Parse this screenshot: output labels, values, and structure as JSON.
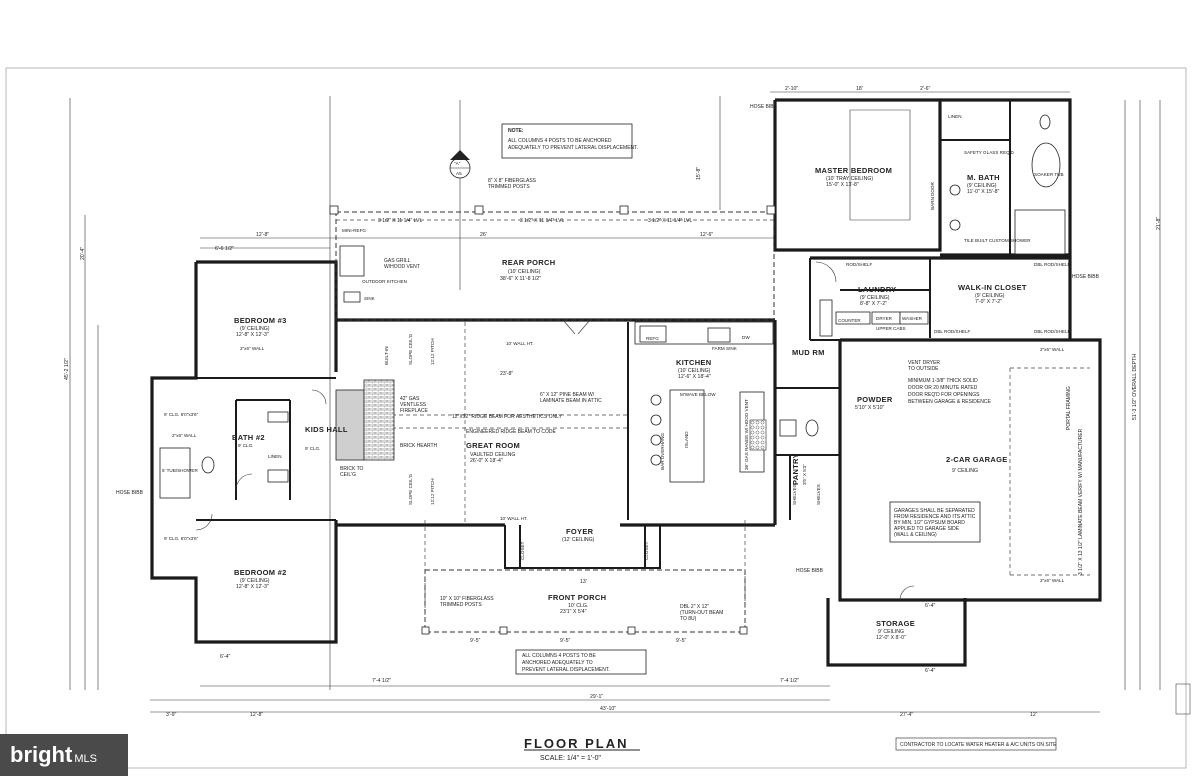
{
  "notes": {
    "top_title": "NOTE:",
    "top_line1": "ALL COLUMNS 4 POSTS TO BE ANCHORED",
    "top_line2": "ADEQUATELY TO PREVENT LATERAL DISPLACEMENT.",
    "bottom_line1": "ALL COLUMNS 4 POSTS TO BE",
    "bottom_line2": "ANCHORED ADEQUATELY TO",
    "bottom_line3": "PREVENT LATERAL DISPLACEMENT.",
    "contractor": "CONTRACTOR TO LOCATE WATER HEATER & A/C UNITS ON SITE",
    "garage_line1": "GARAGES SHALL BE SEPARATED",
    "garage_line2": "FROM RESIDENCE AND ITS ATTIC",
    "garage_line3": "BY MIN. 1/2\" GYPSUM BOARD",
    "garage_line4": "APPLIED TO GARAGE SIDE",
    "garage_line5": "(WALL & CEILING)",
    "door_line1": "MINIMUM 1-3/8\" THICK SOLID",
    "door_line2": "DOOR OR 20 MINUTE RATED",
    "door_line3": "DOOR REQ'D FOR OPENINGS",
    "door_line4": "BETWEEN GARAGE & RESIDENCE",
    "vent_dryer_1": "VENT DRYER",
    "vent_dryer_2": "TO OUTSIDE",
    "fiberglass_posts_1": "8\" X 8\" FIBERGLASS",
    "fiberglass_posts_2": "TRIMMED POSTS",
    "front_posts_1": "10\" X 10\" FIBERGLASS",
    "front_posts_2": "TRIMMED POSTS",
    "beam_1": "6\" X 12\" PINE BEAM W/",
    "beam_2": "LAMINATE BEAM IN ATTIC",
    "ridge_1": "12\"X12\" RIDGE BEAM FOR AESTHETICS ONLY",
    "ridge_2": "ENGINEERED RIDGE BEAM TO CODE",
    "gas_fp_1": "42\" GAS",
    "gas_fp_2": "VENTLESS",
    "gas_fp_3": "FIREPLACE",
    "brick_hearth": "BRICK HEARTH",
    "brick_ceil_1": "BRICK TO",
    "brick_ceil_2": "CEIL'G",
    "dbl_beam_1": "DBL 2\" X 12\"",
    "dbl_beam_2": "(TURN-OUT BEAM",
    "dbl_beam_3": "TO 8U)",
    "lam_beam": "3 1/2\" X 13 1/2\" LAMINATE BEAM VERIFY W/ MANUFACTURER",
    "portal_framing": "PORTAL FRAMING",
    "gas_grill_1": "GAS GRILL",
    "gas_grill_2": "W/HOOD VENT",
    "hose_bibb": "HOSE BIBB",
    "lvl_label": "3 1/2\" X 11 1/4\" LVL"
  },
  "section_marker": {
    "letter": "\"A\"",
    "sheet": "A5"
  },
  "rooms": {
    "master_bedroom": {
      "name": "MASTER BEDROOM",
      "ceiling": "(10' TRAY CEILING)",
      "size": "15'-0\" X 13'-8\""
    },
    "m_bath": {
      "name": "M. BATH",
      "ceiling": "(9' CEILING)",
      "size": "11'-0\" X 15'-8\""
    },
    "walkin_closet": {
      "name": "WALK-IN CLOSET",
      "ceiling": "(9' CEILING)",
      "size": "7'-0\" X 7'-2\""
    },
    "laundry": {
      "name": "LAUNDRY",
      "ceiling": "(9' CEILING)",
      "size": "8'-8\" X 7'-2\""
    },
    "rear_porch": {
      "name": "REAR PORCH",
      "ceiling": "(10' CEILING)",
      "size": "38'-6\" X 11'-8 1/2\""
    },
    "outdoor_kitchen": {
      "name": "OUTDOOR KITCHEN"
    },
    "bedroom3": {
      "name": "BEDROOM #3",
      "ceiling": "(9' CEILING)",
      "size": "12'-8\" X 12'-3\""
    },
    "bedroom2": {
      "name": "BEDROOM #2",
      "ceiling": "(9' CEILING)",
      "size": "12'-8\" X 12'-3\""
    },
    "bath2": {
      "name": "BATH #2",
      "ceiling": "9' CLG."
    },
    "kids_hall": {
      "name": "KIDS HALL",
      "ceiling": "9' CLG."
    },
    "great_room": {
      "name": "GREAT ROOM",
      "ceiling": "VAULTED CEILING",
      "size": "26'-0\" X 18'-4\""
    },
    "kitchen": {
      "name": "KITCHEN",
      "ceiling": "(10' CEILING)",
      "size": "12'-6\" X 18'-4\""
    },
    "mud_rm": {
      "name": "MUD RM"
    },
    "powder": {
      "name": "POWDER",
      "size": "5'10\" X 5'10\""
    },
    "pantry": {
      "name": "PANTRY",
      "size": "3'5\" X 5'3\""
    },
    "garage": {
      "name": "2-CAR GARAGE",
      "ceiling": "9' CEILING"
    },
    "storage": {
      "name": "STORAGE",
      "ceiling": "9' CEILING",
      "size": "12'-0\" X 8'-0\""
    },
    "foyer": {
      "name": "FOYER",
      "ceiling": "(12' CEILING)"
    },
    "front_porch": {
      "name": "FRONT PORCH",
      "ceiling": "10' CLG.",
      "size": "23'1\" X 5'4\""
    }
  },
  "labels": {
    "linen": "LINEN",
    "closet": "CLOSET",
    "island": "ISLAND",
    "refg": "REFG",
    "dw": "DW",
    "bar_overhang": "BAR OVERHANG",
    "gas_range": "36\" GAS RANGE W/ HOOD VENT",
    "microwave": "M'WAVE BELOW",
    "farm_sink": "FARM SINK",
    "mini_refg": "MINI-REFG",
    "sink": "SINK",
    "built_in": "BUILT-IN",
    "tub_shower": "5' TUB/SHOWER",
    "slope_ceil": "SLOPE CEIL'G",
    "pitch": "12:12 PITCH",
    "wall_ht": "10' WALL HT.",
    "tile_shower": "TILE BUILT CUSTOM SHOWER",
    "soaker_tub": "SOAKER TUB",
    "safety_glass": "SAFETY GLASS REQ'D",
    "barn_door": "BARN DOOR",
    "counter": "COUNTER",
    "dryer": "DRYER",
    "washer": "WASHER",
    "upper_cabs": "UPPER CABS",
    "dbl_rod": "DBL ROD/SHELF",
    "rod_shelf": "ROD/SHELF",
    "shelves": "SHELVES",
    "wall_2x6": "2\"x6\" WALL",
    "closet_size": "9' CLG. 6'0\"x3'6\""
  },
  "dimensions": {
    "overall_width": "43'-10\"",
    "overall_depth": "51'-3 1/2\" OVERALL DEPTH",
    "width_29": "29'-1\"",
    "d_12_8": "12'-8\"",
    "d_26": "26'",
    "d_12_6": "12'-6\"",
    "d_6_6": "6'-6 1/2\"",
    "d_23_8": "23'-8\"",
    "d_18": "18'",
    "d_3_9": "3'-9\"",
    "d_7_4": "7'-4 1/2\"",
    "d_15": "15'-8\"",
    "d_13": "13'",
    "d_9_5": "9'-5\"",
    "d_6_4": "6'-4\"",
    "d_2_10": "2'-10\"",
    "d_2_6": "2'-6\"",
    "d_27_4": "27'-4\"",
    "d_45_2": "45'-2 1/2\"",
    "d_20_4": "20'-4\"",
    "d_21_8": "21'-8\"",
    "d_12": "12'"
  },
  "title": {
    "main": "FLOOR PLAN",
    "scale": "SCALE: 1/4\" = 1'-0\""
  },
  "watermark": {
    "brand": "bright",
    "suffix": "MLS"
  }
}
